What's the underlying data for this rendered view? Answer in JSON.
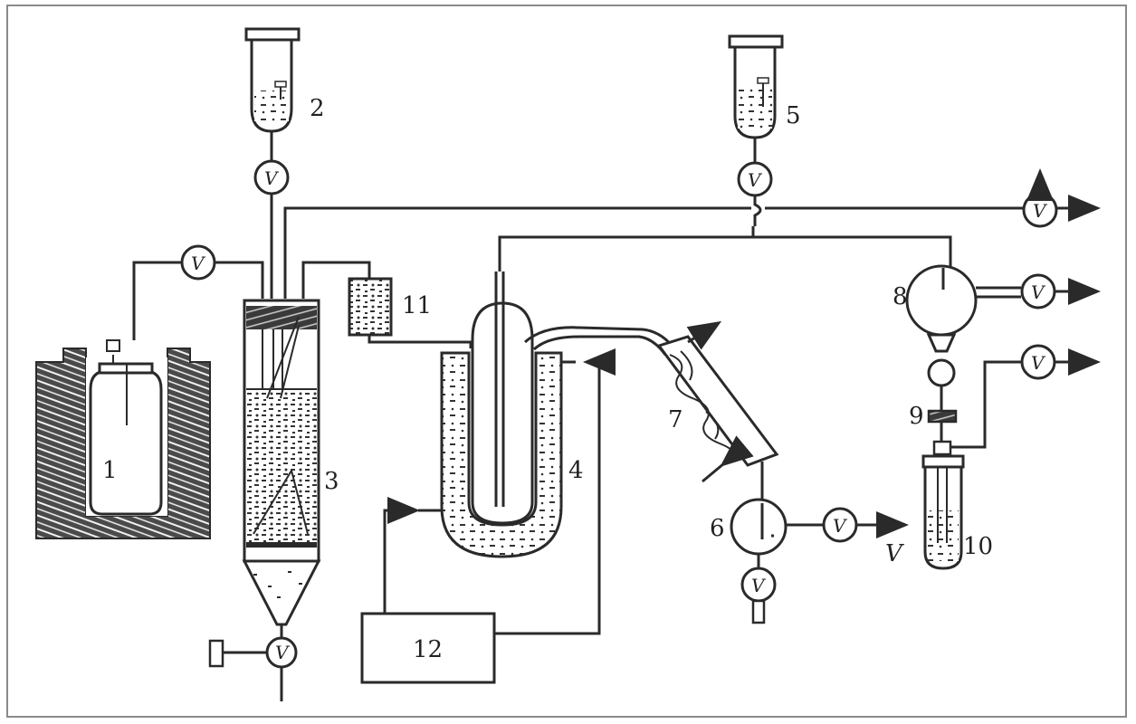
{
  "diagram": {
    "labels": {
      "l1": "1",
      "l2": "2",
      "l3": "3",
      "l4": "4",
      "l5": "5",
      "l6": "6",
      "l7": "7",
      "l8": "8",
      "l9": "9",
      "l10": "10",
      "l11": "11",
      "l12": "12"
    },
    "valve_letter": "V",
    "outlet_letter": "V"
  }
}
